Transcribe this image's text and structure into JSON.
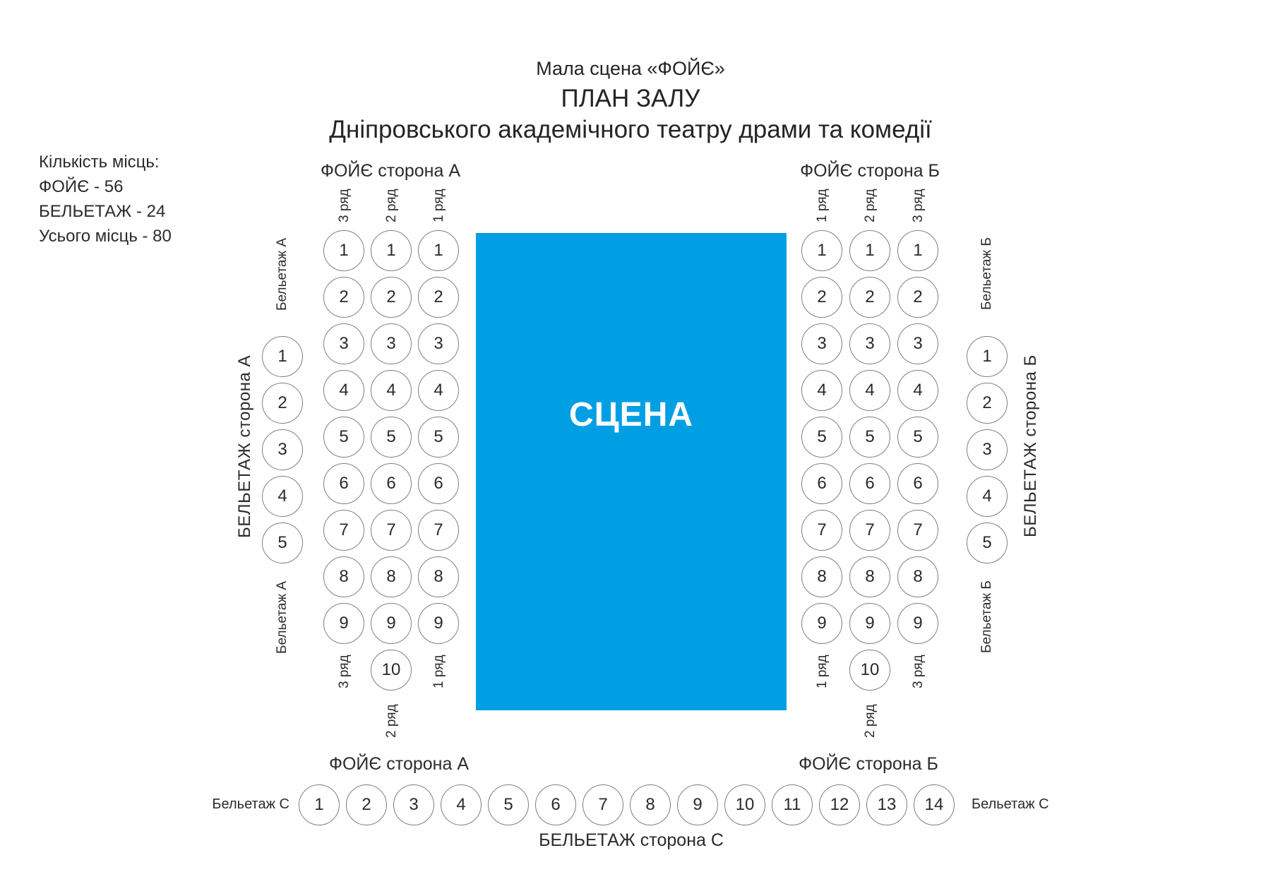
{
  "title": {
    "subtitle": "Мала сцена «ФОЙЄ»",
    "heading": "ПЛАН ЗАЛУ",
    "theatre": "Дніпровського академічного театру драми та комедії"
  },
  "capacity": {
    "heading": "Кількість місць:",
    "foyer": "ФОЙЄ - 56",
    "belletage": "БЕЛЬЕТАЖ - 24",
    "total": "Усього місць - 80"
  },
  "stage": {
    "label": "СЦЕНА",
    "color": "#009FE3"
  },
  "foyer_a": {
    "header": "ФОЙЄ сторона А",
    "footer": "ФОЙЄ сторона А",
    "columns": [
      {
        "row_label": "3 ряд",
        "seats": [
          "1",
          "2",
          "3",
          "4",
          "5",
          "6",
          "7",
          "8",
          "9"
        ]
      },
      {
        "row_label": "2 ряд",
        "seats": [
          "1",
          "2",
          "3",
          "4",
          "5",
          "6",
          "7",
          "8",
          "9",
          "10"
        ]
      },
      {
        "row_label": "1 ряд",
        "seats": [
          "1",
          "2",
          "3",
          "4",
          "5",
          "6",
          "7",
          "8",
          "9"
        ]
      }
    ]
  },
  "foyer_b": {
    "header": "ФОЙЄ сторона Б",
    "footer": "ФОЙЄ сторона Б",
    "columns": [
      {
        "row_label": "1 ряд",
        "seats": [
          "1",
          "2",
          "3",
          "4",
          "5",
          "6",
          "7",
          "8",
          "9"
        ]
      },
      {
        "row_label": "2 ряд",
        "seats": [
          "1",
          "2",
          "3",
          "4",
          "5",
          "6",
          "7",
          "8",
          "9",
          "10"
        ]
      },
      {
        "row_label": "3 ряд",
        "seats": [
          "1",
          "2",
          "3",
          "4",
          "5",
          "6",
          "7",
          "8",
          "9"
        ]
      }
    ]
  },
  "belletage_a": {
    "side_label": "БЕЛЬЕТАЖ сторона А",
    "top_label": "Бельетаж А",
    "bottom_label": "Бельетаж А",
    "seats": [
      "1",
      "2",
      "3",
      "4",
      "5"
    ]
  },
  "belletage_b": {
    "side_label": "БЕЛЬЕТАЖ сторона Б",
    "top_label": "Бельетаж Б",
    "bottom_label": "Бельетаж Б",
    "seats": [
      "1",
      "2",
      "3",
      "4",
      "5"
    ]
  },
  "belletage_c": {
    "left_label": "Бельетаж С",
    "right_label": "Бельетаж С",
    "bottom_label": "БЕЛЬЕТАЖ сторона С",
    "seats": [
      "1",
      "2",
      "3",
      "4",
      "5",
      "6",
      "7",
      "8",
      "9",
      "10",
      "11",
      "12",
      "13",
      "14"
    ]
  }
}
